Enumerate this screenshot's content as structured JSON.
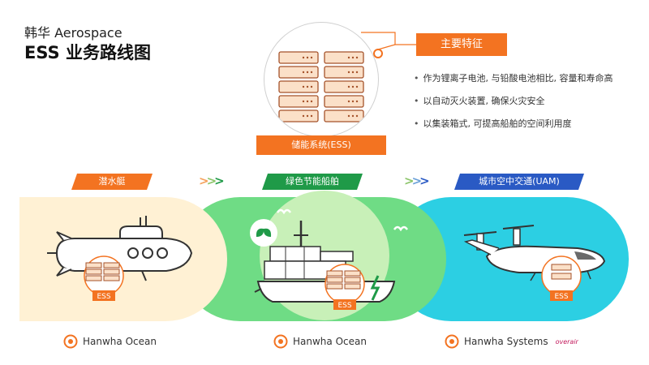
{
  "header": {
    "title_line1": "韩华 Aerospace",
    "title_line2": "ESS 业务路线图"
  },
  "ess": {
    "label": "储能系统(ESS)"
  },
  "features": {
    "heading": "主要特征",
    "items": [
      "作为锂离子电池, 与铅酸电池相比, 容量和寿命高",
      "以自动灭火装置, 确保火灾安全",
      "以集装箱式, 可提高船舶的空间利用度"
    ]
  },
  "stages": [
    {
      "label": "潜水艇",
      "badge": "ESS",
      "company": "Hanwha Ocean",
      "color": "#f37321"
    },
    {
      "label": "绿色节能船舶",
      "badge": "ESS",
      "company": "Hanwha Ocean",
      "color": "#1f9a48"
    },
    {
      "label": "城市空中交通(UAM)",
      "badge": "ESS",
      "company": "Hanwha Systems",
      "company_extra": "overair",
      "color": "#2a5ac4"
    }
  ],
  "colors": {
    "accent": "#f37321",
    "sub_band": "#fff1d4",
    "ship_band": "#6fdc85",
    "uam_band": "#2ccfe3"
  }
}
